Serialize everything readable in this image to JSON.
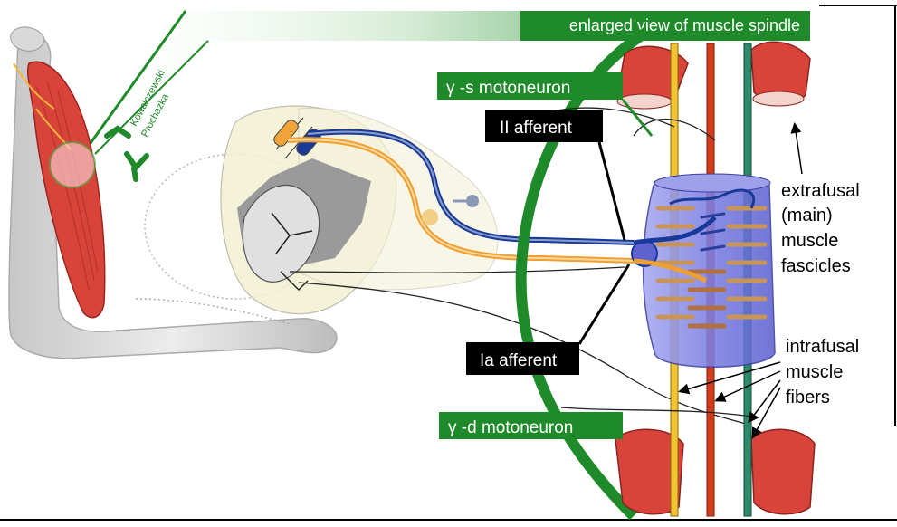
{
  "labels": {
    "title_banner": "enlarged view of muscle spindle",
    "gamma_s": "γ -s motoneuron",
    "gamma_d": "γ -d motoneuron",
    "ii_afferent": "II afferent",
    "ia_afferent": "Ia afferent",
    "extrafusal": [
      "extrafusal",
      "(main)",
      "muscle",
      "fascicles"
    ],
    "intrafusal": [
      "intrafusal",
      "muscle",
      "fibers"
    ],
    "credit": [
      "Kowalczewski",
      "Prochazka"
    ]
  },
  "colors": {
    "banner_green": "#1f8a2a",
    "afferent_ii": "#1a3a9a",
    "afferent_ia": "#f0a030",
    "spindle_capsule": "#6f74dd",
    "muscle_red": "#d8433a",
    "intrafusal_yellow": "#f2c430",
    "intrafusal_red": "#d33b1c",
    "intrafusal_teal": "#2d8a6a"
  }
}
